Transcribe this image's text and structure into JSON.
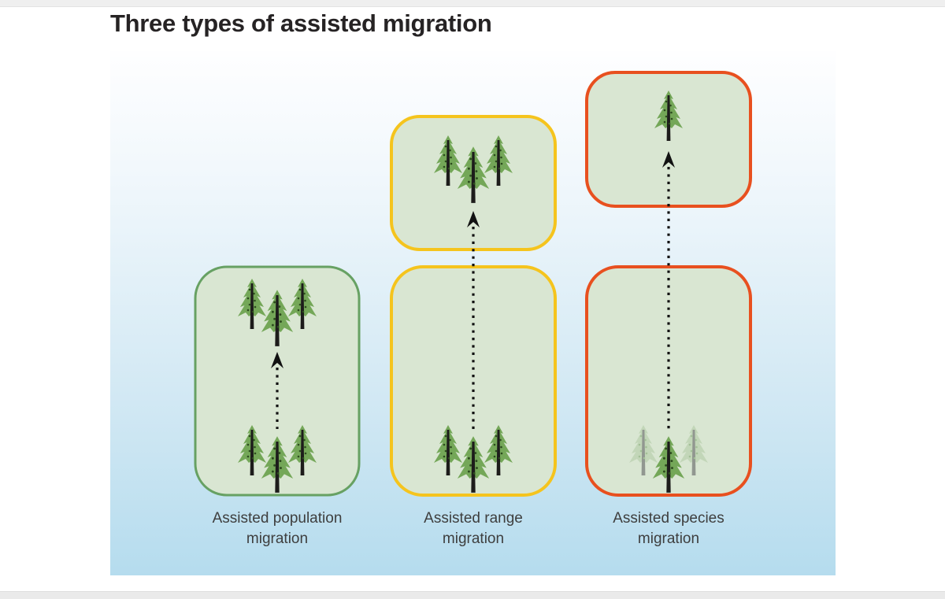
{
  "page": {
    "title": "Three types of assisted migration"
  },
  "palette": {
    "sky_gradient_top": "#fdfeff",
    "sky_gradient_bottom": "#b5dcee",
    "habitat_fill": "#d9e6d2",
    "population_border": "#67a163",
    "range_border": "#f5c41d",
    "species_border": "#e8501f",
    "tree_foliage": "#74a758",
    "tree_trunk": "#1d1c1b",
    "tree_dots": "#2c4a1e",
    "faded_tree_foliage": "#c2d6b8",
    "faded_tree_trunk": "#919790",
    "arrow": "#121212",
    "label_text": "#3e3e3e",
    "title_text": "#262324"
  },
  "panels": [
    {
      "label": "Assisted population migration",
      "border_color": "#67a163"
    },
    {
      "label": "Assisted range migration",
      "border_color": "#f5c41d"
    },
    {
      "label": "Assisted species migration",
      "border_color": "#e8501f"
    }
  ]
}
